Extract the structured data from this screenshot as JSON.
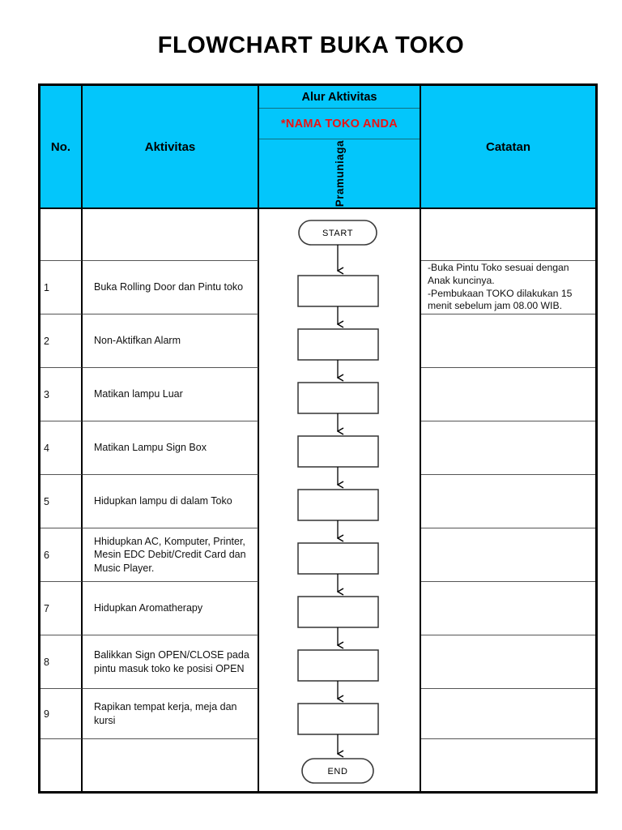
{
  "document": {
    "title": "FLOWCHART BUKA TOKO"
  },
  "table": {
    "headers": {
      "no": "No.",
      "aktivitas": "Aktivitas",
      "alur_title": "Alur Aktivitas",
      "store_name": "*NAMA TOKO ANDA",
      "role": "Pramuniaga",
      "catatan": "Catatan"
    },
    "header_color": "#03c6fb",
    "store_name_color": "#ee1111",
    "rows": [
      {
        "no": "",
        "aktivitas": "",
        "catatan": ""
      },
      {
        "no": "1",
        "aktivitas": "Buka Rolling Door dan Pintu toko",
        "catatan": "-Buka Pintu Toko sesuai dengan Anak kuncinya.\n-Pembukaan TOKO dilakukan 15 menit sebelum jam 08.00 WIB."
      },
      {
        "no": "2",
        "aktivitas": "Non-Aktifkan Alarm",
        "catatan": ""
      },
      {
        "no": "3",
        "aktivitas": "Matikan lampu Luar",
        "catatan": ""
      },
      {
        "no": "4",
        "aktivitas": "Matikan Lampu Sign Box",
        "catatan": ""
      },
      {
        "no": "5",
        "aktivitas": "Hidupkan lampu di dalam Toko",
        "catatan": ""
      },
      {
        "no": "6",
        "aktivitas": "Hhidupkan AC, Komputer, Printer, Mesin EDC Debit/Credit Card dan Music Player.",
        "catatan": ""
      },
      {
        "no": "7",
        "aktivitas": "Hidupkan Aromatherapy",
        "catatan": ""
      },
      {
        "no": "8",
        "aktivitas": "Balikkan Sign OPEN/CLOSE pada pintu masuk toko ke posisi OPEN",
        "catatan": ""
      },
      {
        "no": "9",
        "aktivitas": "Rapikan tempat kerja, meja dan kursi",
        "catatan": ""
      },
      {
        "no": "",
        "aktivitas": "",
        "catatan": ""
      }
    ]
  },
  "flowchart": {
    "start_label": "START",
    "end_label": "END",
    "process_steps": 9,
    "shape_outline_color": "#000000",
    "shape_fill_color": "#ffffff"
  }
}
